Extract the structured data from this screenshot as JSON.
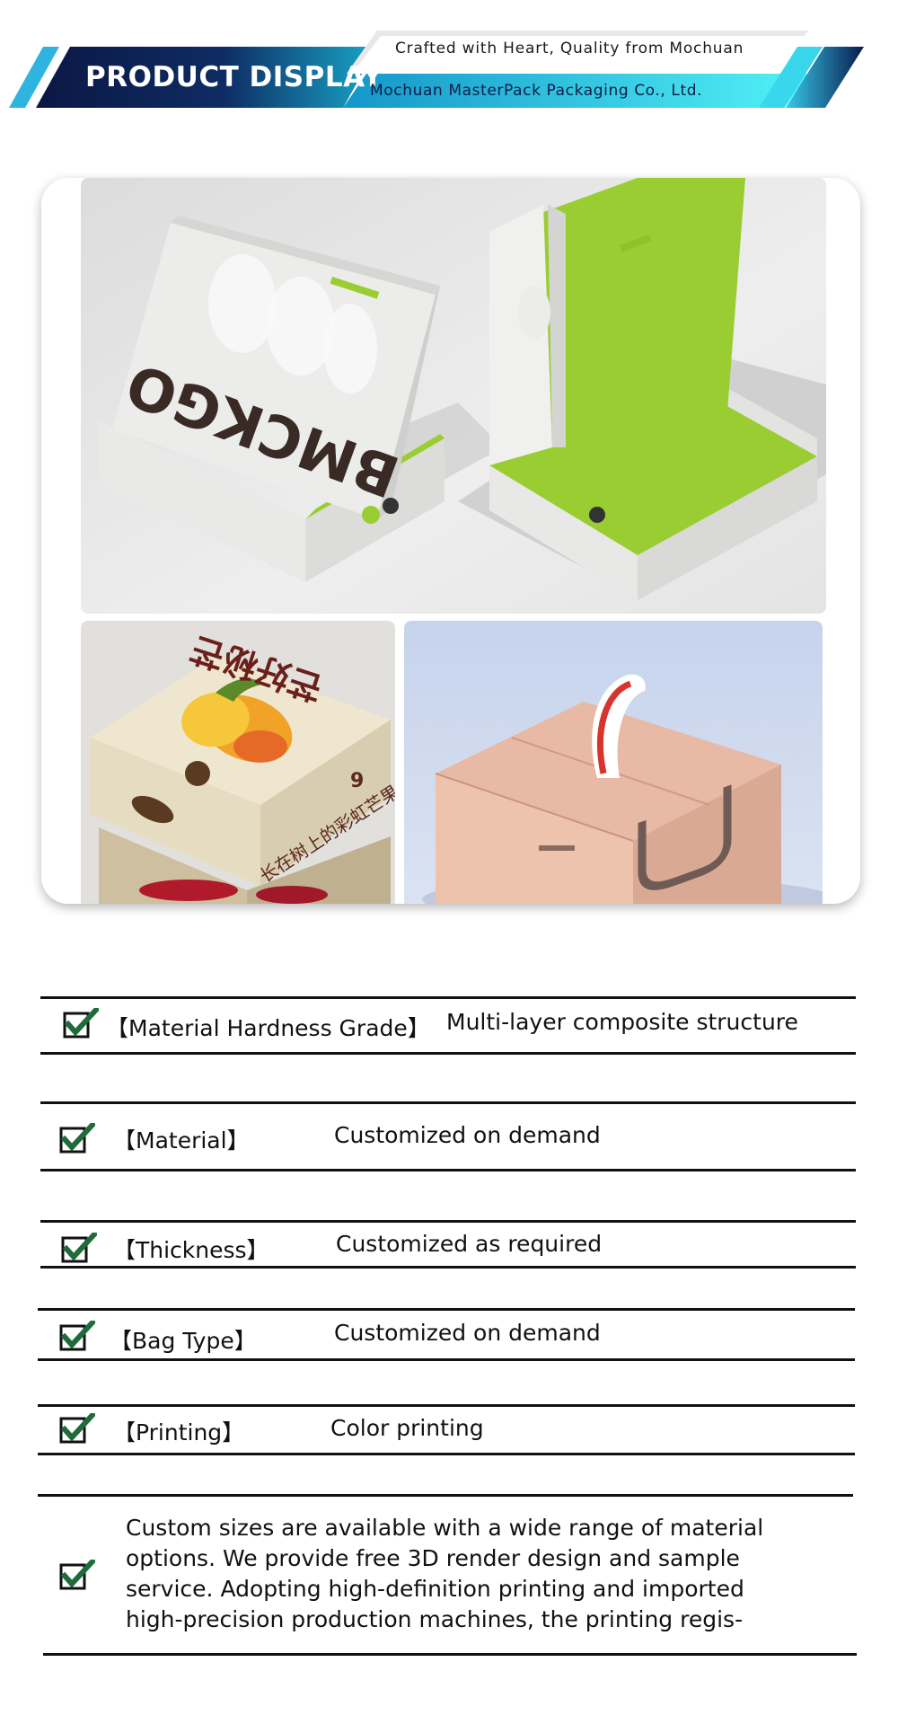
{
  "header": {
    "title": "PRODUCT DISPLAY",
    "slogan": "Crafted with Heart, Quality from Mochuan",
    "company": "Mochuan MasterPack Packaging Co., Ltd."
  },
  "gallery": {
    "top_photo_box_brand": "BMCKGO",
    "bottom_left_box_text": "芒好秘芒",
    "bottom_left_box_side_text": "长在树上的彩虹芒果"
  },
  "specs": [
    {
      "label": "【Material Hardness Grade】",
      "value": "Multi-layer composite structure"
    },
    {
      "label": "【Material】",
      "value": "Customized on demand"
    },
    {
      "label": "【Thickness】",
      "value": "Customized as required"
    },
    {
      "label": "【Bag Type】",
      "value": "Customized on demand"
    },
    {
      "label": "【Printing】",
      "value": "Color printing"
    }
  ],
  "description": "Custom sizes are available with a wide range of material options. We provide free 3D render design and sample service. Adopting high-definition printing and imported high-precision production machines, the printing regis-",
  "colors": {
    "banner_dark": "#0b1a4a",
    "banner_cyan": "#3fe3f0",
    "check_green": "#1f6b3a",
    "box_green": "#9acd32"
  },
  "icons": {
    "check": "checkbox-check-icon"
  }
}
